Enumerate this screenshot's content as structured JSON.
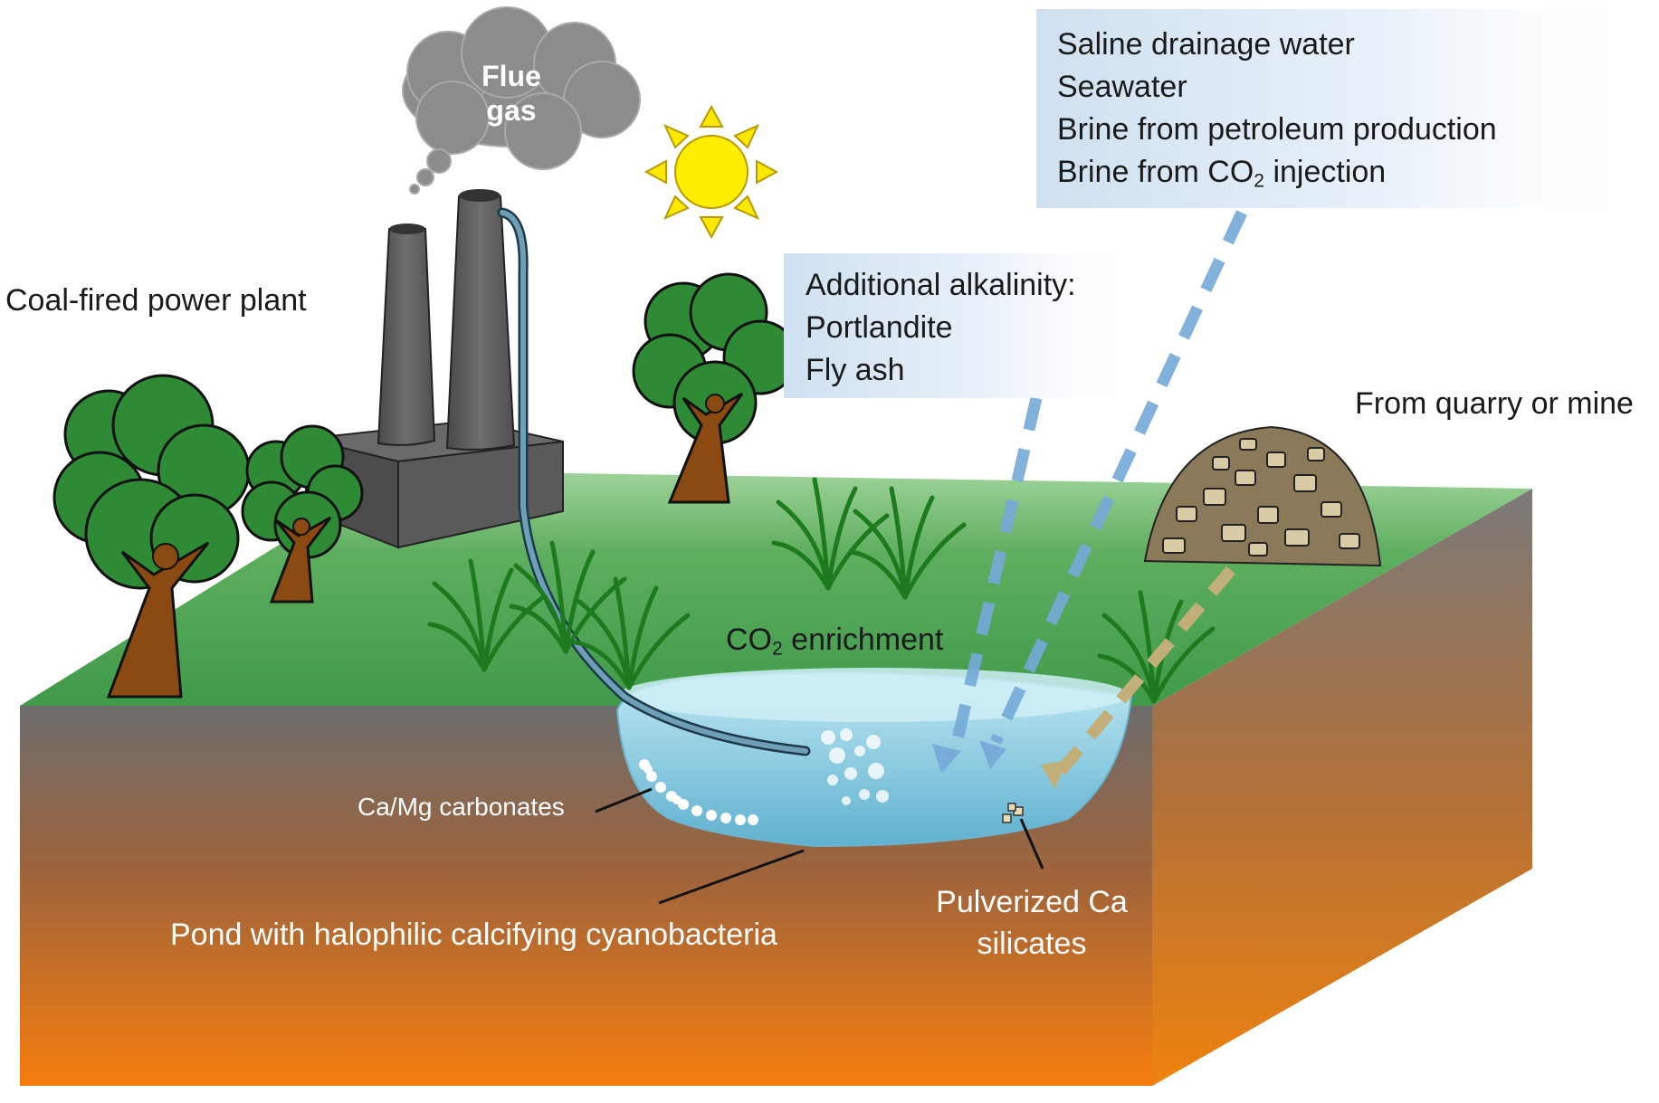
{
  "labels": {
    "flue_gas_line1": "Flue",
    "flue_gas_line2": "gas",
    "power_plant": "Coal-fired power plant",
    "quarry": "From quarry or mine",
    "co2_enrichment": {
      "prefix": "CO",
      "sub": "2",
      "suffix": " enrichment"
    },
    "carbonates": "Ca/Mg carbonates",
    "pond": "Pond with halophilic calcifying cyanobacteria",
    "silicates_line1": "Pulverized Ca",
    "silicates_line2": "silicates"
  },
  "alkalinity_box": {
    "title": "Additional alkalinity:",
    "items": [
      "Portlandite",
      "Fly ash"
    ]
  },
  "water_box": {
    "items": [
      "Saline drainage water",
      "Seawater",
      "Brine from petroleum production"
    ],
    "last_item": {
      "prefix": "Brine from CO",
      "sub": "2",
      "suffix": " injection"
    }
  },
  "colors": {
    "grass": "#5aa85f",
    "soil_top": "#6e6e6e",
    "soil_bottom": "#f07b10",
    "water": "#8fd1e6",
    "smokestack": "#5e5e5e",
    "tree_canopy": "#3d8c3a",
    "trunk": "#8b4a12",
    "sun": "#ffee00",
    "arrow_blue": "#6fa6d8",
    "arrow_tan": "#c6b07a"
  }
}
